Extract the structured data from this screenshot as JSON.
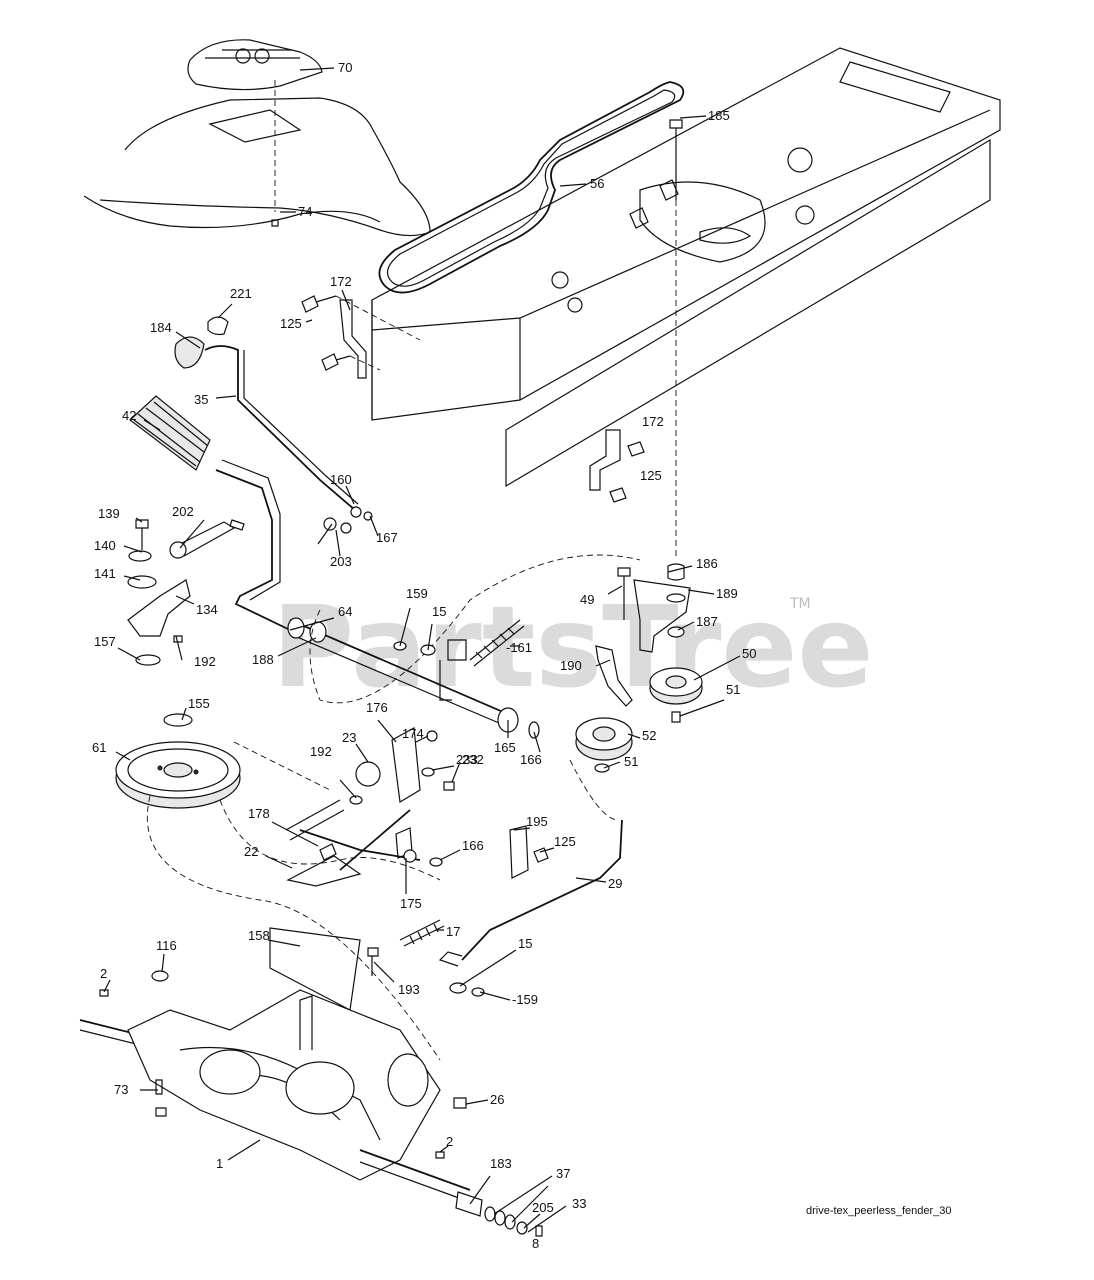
{
  "caption": "drive-tex_peerless_fender_30",
  "watermark": {
    "text": "PartsTree",
    "tm": "TM"
  },
  "part_labels": [
    "70",
    "74",
    "56",
    "185",
    "221",
    "172",
    "184",
    "125",
    "35",
    "42",
    "160",
    "167",
    "139",
    "202",
    "203",
    "140",
    "141",
    "134",
    "186",
    "49",
    "189",
    "159",
    "15",
    "64",
    "187",
    "188",
    "-161",
    "192",
    "157",
    "190",
    "50",
    "51",
    "155",
    "176",
    "61",
    "174",
    "23",
    "192",
    "233",
    "165",
    "166",
    "52",
    "51",
    "232",
    "178",
    "195",
    "125",
    "22",
    "166",
    "29",
    "175",
    "17",
    "116",
    "158",
    "15",
    "2",
    "193",
    "-159",
    "73",
    "26",
    "2",
    "1",
    "183",
    "37",
    "205",
    "33",
    "8",
    "172",
    "125"
  ]
}
